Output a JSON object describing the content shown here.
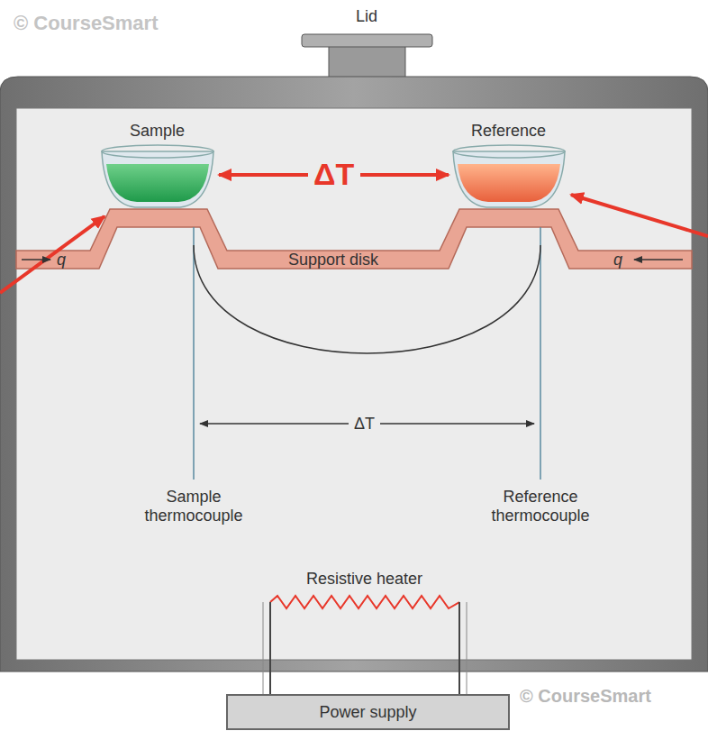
{
  "diagram": {
    "nodes": [
      {
        "text": [
          "Power supply"
        ]
      }
    ],
    "labels": [
      "© CourseSmart",
      "Lid",
      "Sample",
      "Reference",
      "ΔT",
      "q",
      "Support disk",
      "q",
      "ΔT",
      "Sample thermocouple",
      "Reference thermocouple",
      "Resistive heater",
      "© CourseSmart"
    ]
  }
}
